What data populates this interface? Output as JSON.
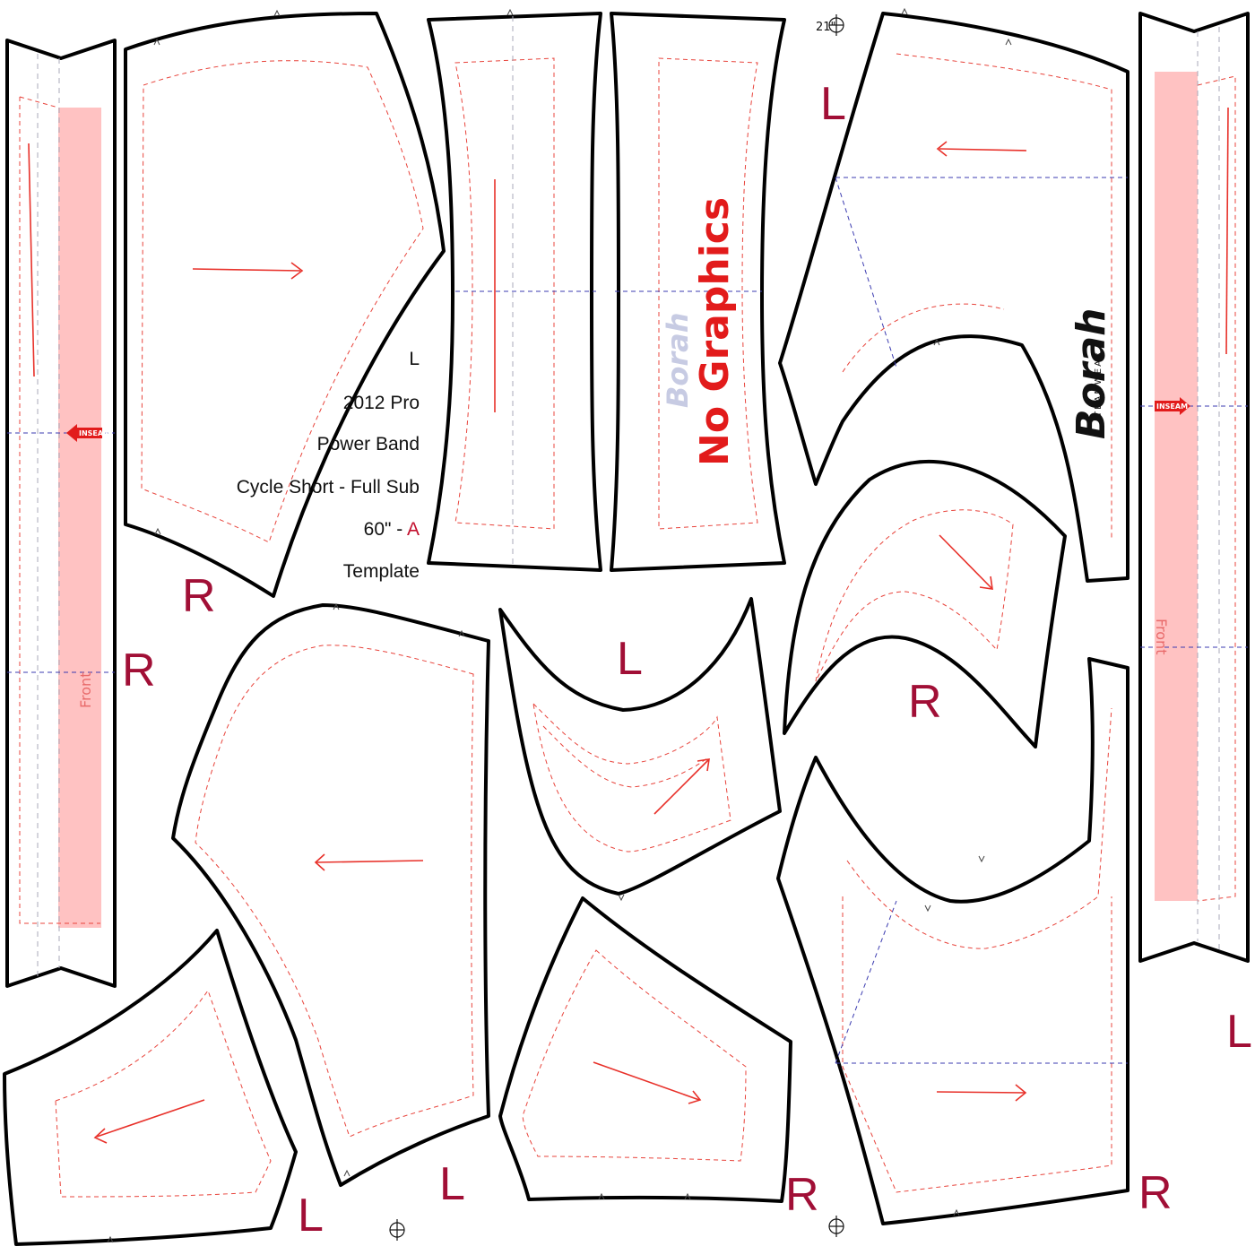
{
  "title_block": {
    "lines": [
      "L",
      "2012 Pro",
      "Power Band",
      "Cycle Short - Full Sub"
    ],
    "length_value": "60\"",
    "length_separator": " - ",
    "length_variant": "A",
    "last_line": "Template"
  },
  "measure_mark": "21\"",
  "no_graphics_label": "No Graphics",
  "brand_logo": {
    "name": "Borah",
    "tagline": "TEAMWEAR"
  },
  "band_labels": {
    "inseam": "INSEAM",
    "front": "Front"
  },
  "size_markers": {
    "left_band": "R",
    "front_upper_left": "R",
    "side_panel_top": "L",
    "crotch_upper_middle": "L",
    "crotch_upper_right": "R",
    "bottom_left_small": "L",
    "bottom_left_large": "L",
    "bottom_middle": "R",
    "bottom_right": "R",
    "right_edge": "L"
  },
  "colors": {
    "outline": "#000000",
    "seam_line": "#e8443c",
    "grain_line": "#e8312a",
    "guide_line": "#3b3bb0",
    "band_fill": "#ffc2c2",
    "size_letter": "#a10f36",
    "no_graphics_text": "#e21b1b"
  },
  "icons": [
    "registration-crosshair-icon",
    "grainline-arrow-icon",
    "notch-mark-icon",
    "inseam-arrow-icon"
  ]
}
